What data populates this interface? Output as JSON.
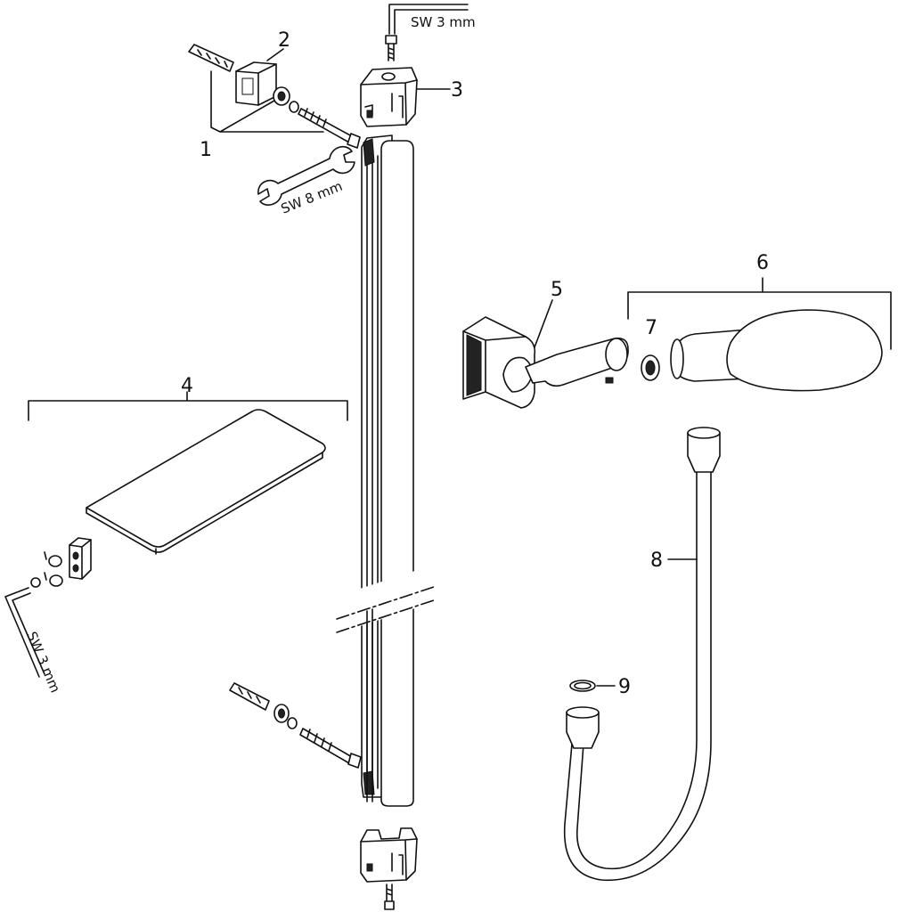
{
  "labels": {
    "part1": "1",
    "part2": "2",
    "part3": "3",
    "part4": "4",
    "part5": "5",
    "part6": "6",
    "part7": "7",
    "part8": "8",
    "part9": "9"
  },
  "tools": {
    "hex_key_top": "SW 3 mm",
    "wrench": "SW 8 mm",
    "hex_key_left": "SW 3 mm"
  }
}
